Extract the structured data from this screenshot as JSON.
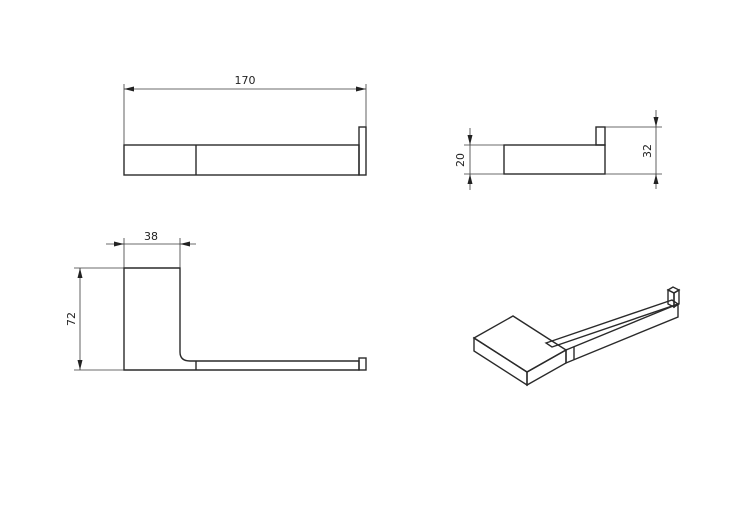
{
  "dimensions": {
    "length": "170",
    "bar_height": "20",
    "total_height": "32",
    "width": "38",
    "depth": "72"
  }
}
